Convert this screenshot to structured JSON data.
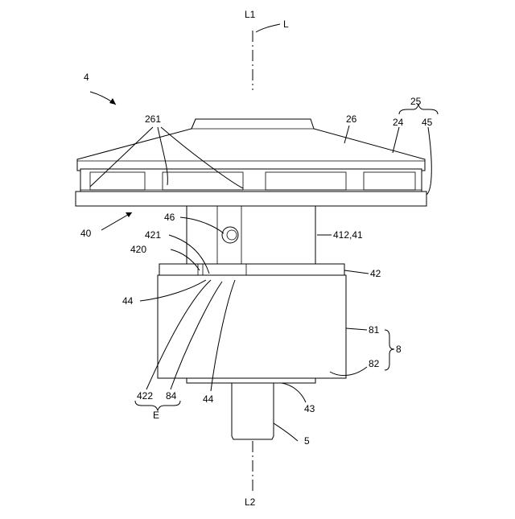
{
  "figure": {
    "labels": {
      "L1": "L1",
      "L": "L",
      "L2": "L2",
      "assembly": "4",
      "group25": "25",
      "part24": "24",
      "part45": "45",
      "part261": "261",
      "part26": "26",
      "part40": "40",
      "part46": "46",
      "part421": "421",
      "part420": "420",
      "part412_41": "412,41",
      "part42": "42",
      "part44_left": "44",
      "part81": "81",
      "group8": "8",
      "part82": "82",
      "part422": "422",
      "part84": "84",
      "groupE": "E",
      "part44_bottom": "44",
      "part43": "43",
      "part5": "5"
    }
  }
}
